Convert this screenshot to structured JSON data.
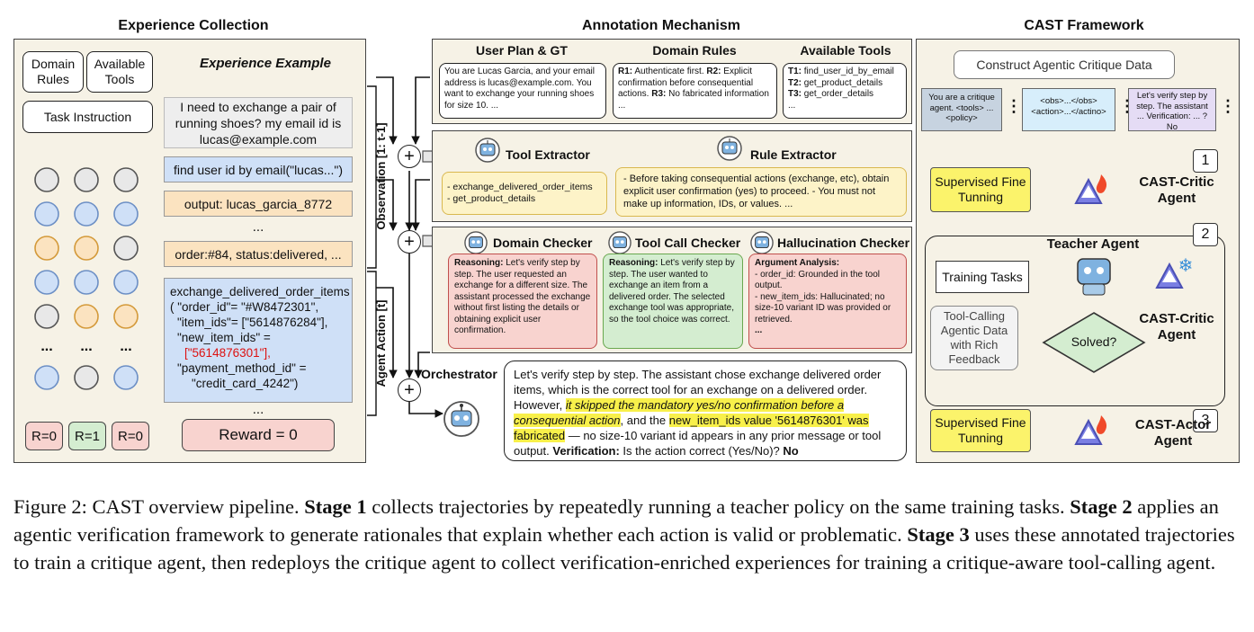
{
  "sections": {
    "experience": "Experience Collection",
    "annotation": "Annotation Mechanism",
    "cast": "CAST Framework"
  },
  "exp": {
    "domain_rules": "Domain Rules",
    "available_tools": "Available Tools",
    "task_instruction": "Task Instruction",
    "dots_label": "...",
    "rewards": [
      "R=0",
      "R=1",
      "R=0"
    ],
    "example_title": "Experience Example",
    "user_msg": "I need to exchange a pair of running shoes? my email id is lucas@example.com",
    "find_user": "find user id by email(\"lucas...\")",
    "output": "output: lucas_garcia_8772",
    "ellipsis": "...",
    "order": "order:#84, status:delivered, ...",
    "call_line1": "exchange_delivered_order_items",
    "call_line2": "( \"order_id\"= \"#W8472301\",",
    "call_line3": "\"item_ids\"= [\"5614876284\"],",
    "call_line4": "\"new_item_ids\" =",
    "call_red": "[\"5614876301\"],",
    "call_line5": "\"payment_method_id\" =",
    "call_line6": "\"credit_card_4242\")",
    "ellipsis2": "...",
    "reward": "Reward = 0"
  },
  "side": {
    "observation": "Observation [1: t-1]",
    "action": "Agent Action [t]"
  },
  "ann": {
    "plan_title": "User Plan & GT",
    "rules_title": "Domain Rules",
    "tools_title": "Available Tools",
    "plan_text": "You are Lucas Garcia, and your email address is lucas@example.com. You want to exchange your running shoes for size 10. ...",
    "rules_r1": "R1:",
    "rules_t1": " Authenticate first. ",
    "rules_r2": "R2:",
    "rules_t2": " Explicit confirmation before consequential actions. ",
    "rules_r3": "R3:",
    "rules_t3": " No fabricated information",
    "rules_end": "...",
    "tools_t1": "T1:",
    "tools_v1": " find_user_id_by_email",
    "tools_t2": "T2:",
    "tools_v2": " get_product_details",
    "tools_t3": "T3:",
    "tools_v3": " get_order_details",
    "tools_end": "...",
    "tool_extractor": "Tool Extractor",
    "rule_extractor": "Rule Extractor",
    "tool_list1": "- exchange_delivered_order_items",
    "tool_list2": "- get_product_details",
    "rule_text": "- Before taking consequential actions (exchange, etc), obtain explicit user confirmation (yes) to proceed. - You must not make up information, IDs, or values.  ...",
    "domain_checker": "Domain Checker",
    "tool_call_checker": "Tool Call Checker",
    "halluc_checker": "Hallucination Checker",
    "reasoning": "Reasoning:",
    "domain_text": " Let's verify step by step. The user requested an exchange for a different size. The assistant processed the exchange without first listing the details or obtaining explicit user confirmation.",
    "toolcall_text": " Let's verify step by step. The user wanted to exchange an item from a delivered order. The selected exchange tool was appropriate, so the tool choice was correct.",
    "arg_analysis": "Argument Analysis:",
    "halluc_line1": "- order_id: Grounded in the tool output.",
    "halluc_line2": "- new_item_ids: Hallucinated; no size-10 variant ID was provided or retrieved.",
    "halluc_end": "...",
    "orchestrator": "Orchestrator",
    "orch_p1": "Let's verify step by step. The assistant chose exchange delivered order items, which is the correct tool for an exchange on a delivered order. However, ",
    "orch_hl1": "it skipped the mandatory yes/no confirmation before a consequential action",
    "orch_p2": ", and the ",
    "orch_hl2": "new_item_ids value '5614876301' was fabricated",
    "orch_p3": " — no size-10 variant id appears in any prior message or tool output. ",
    "orch_verif": "Verification:",
    "orch_p4": " Is the action correct (Yes/No)? ",
    "orch_no": "No"
  },
  "cast": {
    "construct": "Construct Agentic Critique Data",
    "d1": "You are a critique agent. <tools> ...<policy>",
    "d2": "<obs>...</obs> <action>...</actino>",
    "d3": "Let's verify step by step. The assistant ... Verification: ... ? No",
    "vdots": "⋮",
    "stage1": "1",
    "stage2": "2",
    "stage3": "3",
    "sft1": "Supervised Fine Tunning",
    "critic_agent": "CAST-Critic Agent",
    "teacher": "Teacher Agent",
    "training_tasks": "Training Tasks",
    "critic_agent2": "CAST-Critic Agent",
    "solved": "Solved?",
    "toolcalling": "Tool-Calling Agentic Data with Rich Feedback",
    "sft3": "Supervised Fine Tunning",
    "actor_agent": "CAST-Actor Agent"
  },
  "caption": {
    "fig": "Figure 2: CAST overview pipeline. ",
    "s1": "Stage 1",
    "t1": " collects trajectories by repeatedly running a teacher policy on the same training tasks. ",
    "s2": "Stage 2",
    "t2": " applies an agentic verification framework to generate rationales that explain whether each action is valid or problematic. ",
    "s3": "Stage 3",
    "t3": " uses these annotated trajectories to train a critique agent, then redeploys the critique agent to collect verification-enriched experiences for training a critique-aware tool-calling agent."
  },
  "colors": {
    "panel_bg": "#f6f2e6",
    "node_blue": "#cfe0f7",
    "node_orange": "#fbe3c0",
    "node_gray": "#e8e8e8",
    "green": "#d4edd0",
    "red": "#f8d3cf",
    "yellow": "#fbf36b",
    "purple": "#e5dcf5",
    "cyan": "#d7eefb",
    "slate": "#c7d3e0"
  },
  "grid_colors": [
    [
      "gray",
      "gray",
      "gray"
    ],
    [
      "blue",
      "blue",
      "blue"
    ],
    [
      "orange",
      "orange",
      "gray"
    ],
    [
      "blue",
      "blue",
      "blue"
    ],
    [
      "gray",
      "orange",
      "orange"
    ],
    [
      "blue",
      "gray",
      "blue"
    ]
  ]
}
